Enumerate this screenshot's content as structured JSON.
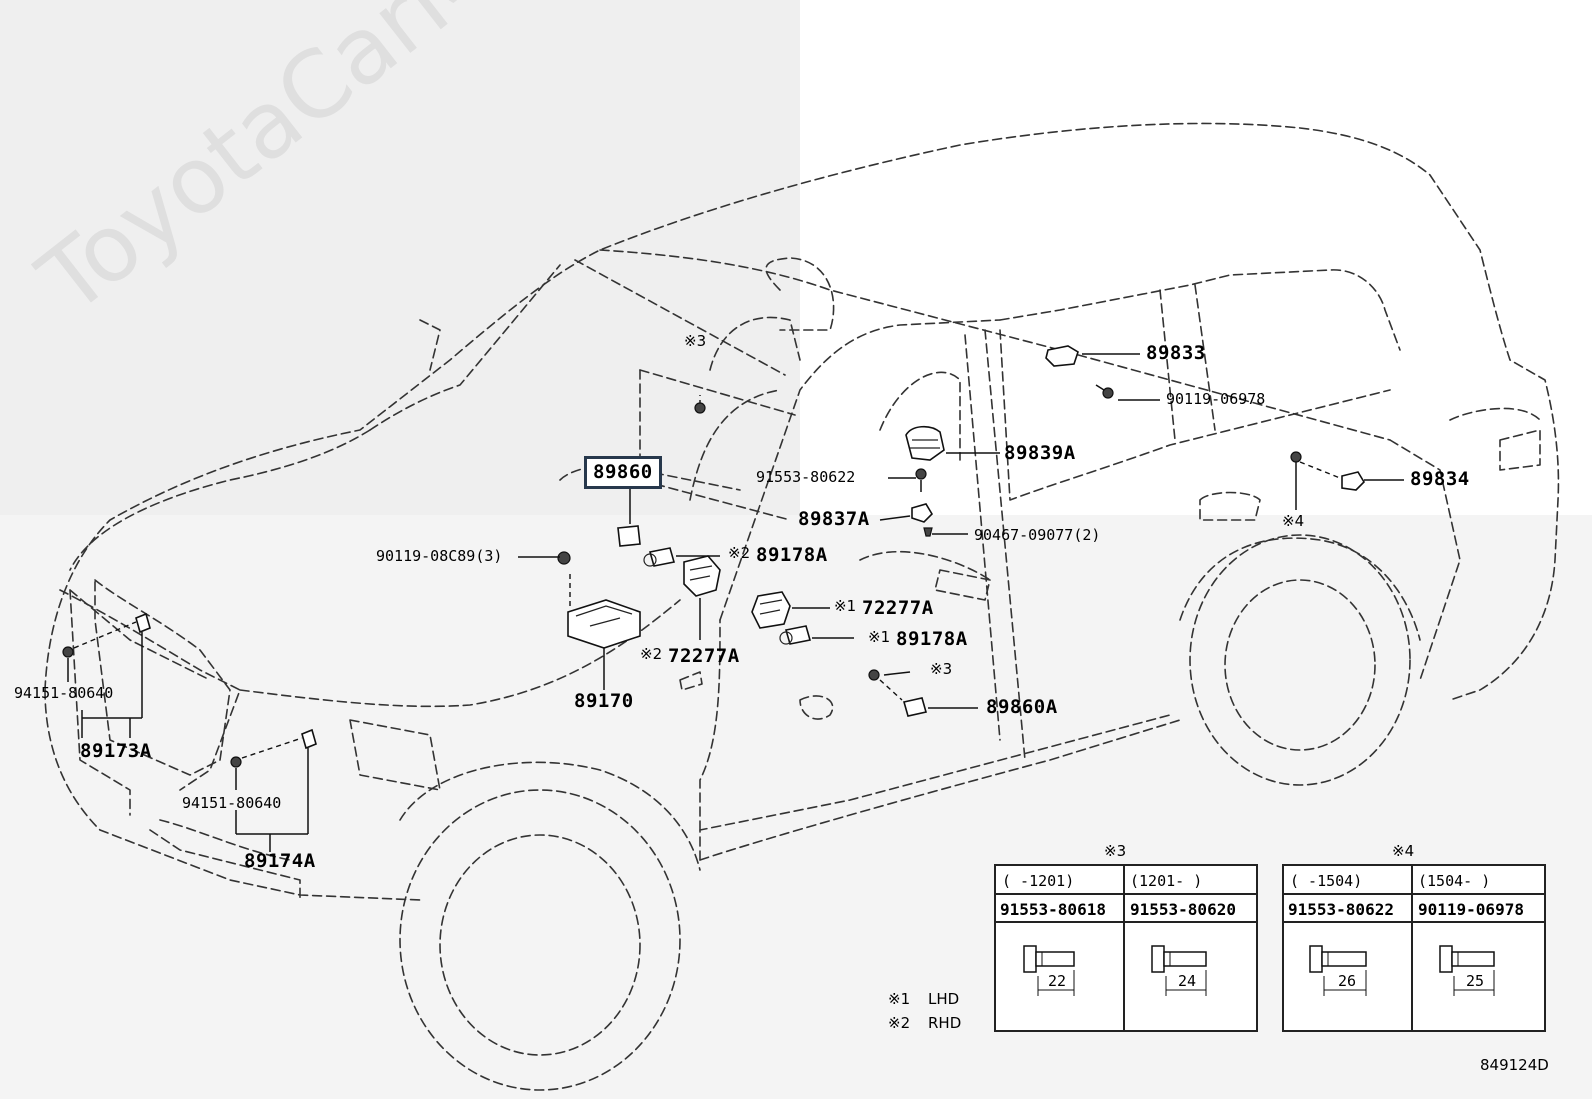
{
  "watermark": "ToyotaCarMine.ru",
  "labels": {
    "p89833": "89833",
    "p90119_06978": "90119-06978",
    "p89839A": "89839A",
    "p91553_80622": "91553-80622",
    "p89834": "89834",
    "p89837A": "89837A",
    "p90467": "90467-09077(2)",
    "p89860": "89860",
    "p90119_08C89": "90119-08C89(3)",
    "p89178A_2": "89178A",
    "p72277A_1": "72277A",
    "p89178A_1": "89178A",
    "p72277A_2": "72277A",
    "p89170": "89170",
    "p89860A": "89860A",
    "p94151_a": "94151-80640",
    "p89173A": "89173A",
    "p94151_b": "94151-80640",
    "p89174A": "89174A"
  },
  "marks": {
    "m3_top": "※3",
    "m2_a": "※2",
    "m1_a": "※1",
    "m1_b": "※1",
    "m2_b": "※2",
    "m3_b": "※3",
    "m4": "※4"
  },
  "legend": {
    "lhd_mark": "※1",
    "lhd": "LHD",
    "rhd_mark": "※2",
    "rhd": "RHD"
  },
  "table3": {
    "mark": "※3",
    "col1_range": "(    -1201)",
    "col2_range": "(1201-    )",
    "col1_part": "91553-80618",
    "col2_part": "91553-80620",
    "col1_len": "22",
    "col2_len": "24"
  },
  "table4": {
    "mark": "※4",
    "col1_range": "(    -1504)",
    "col2_range": "(1504-    )",
    "col1_part": "91553-80622",
    "col2_part": "90119-06978",
    "col1_len": "26",
    "col2_len": "25"
  },
  "diagram_id": "849124D"
}
